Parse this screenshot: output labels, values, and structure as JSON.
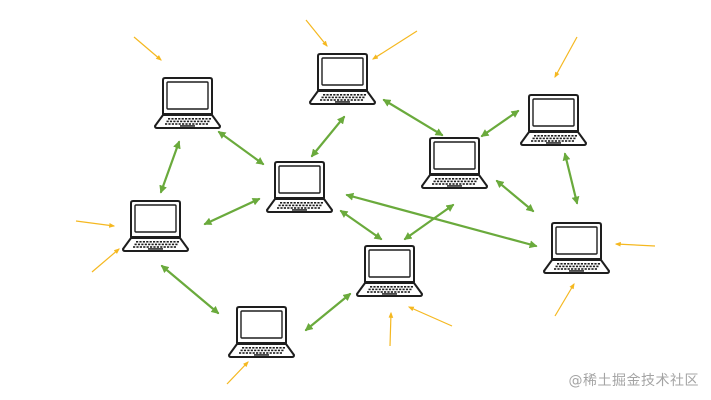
{
  "diagram": {
    "nodes": [
      {
        "id": "laptop-top-left"
      },
      {
        "id": "laptop-top-center"
      },
      {
        "id": "laptop-center"
      },
      {
        "id": "laptop-mid-right"
      },
      {
        "id": "laptop-top-right"
      },
      {
        "id": "laptop-left"
      },
      {
        "id": "laptop-bottom-center"
      },
      {
        "id": "laptop-bottom-left"
      },
      {
        "id": "laptop-right"
      }
    ],
    "peer_links": [
      {
        "from": "laptop-top-left",
        "to": "laptop-center"
      },
      {
        "from": "laptop-top-left",
        "to": "laptop-left"
      },
      {
        "from": "laptop-top-center",
        "to": "laptop-center"
      },
      {
        "from": "laptop-top-center",
        "to": "laptop-mid-right"
      },
      {
        "from": "laptop-mid-right",
        "to": "laptop-top-right"
      },
      {
        "from": "laptop-mid-right",
        "to": "laptop-right"
      },
      {
        "from": "laptop-mid-right",
        "to": "laptop-bottom-center"
      },
      {
        "from": "laptop-top-right",
        "to": "laptop-right"
      },
      {
        "from": "laptop-center",
        "to": "laptop-left"
      },
      {
        "from": "laptop-center",
        "to": "laptop-bottom-center"
      },
      {
        "from": "laptop-center",
        "to": "laptop-right"
      },
      {
        "from": "laptop-left",
        "to": "laptop-bottom-left"
      },
      {
        "from": "laptop-bottom-left",
        "to": "laptop-bottom-center"
      }
    ],
    "colors": {
      "peer_link": "#6aaa3c",
      "incoming_arrow": "#f5b820",
      "laptop_outline": "#1e1e1e",
      "laptop_fill": "#ffffff"
    }
  },
  "watermark": "@稀土掘金技术社区"
}
